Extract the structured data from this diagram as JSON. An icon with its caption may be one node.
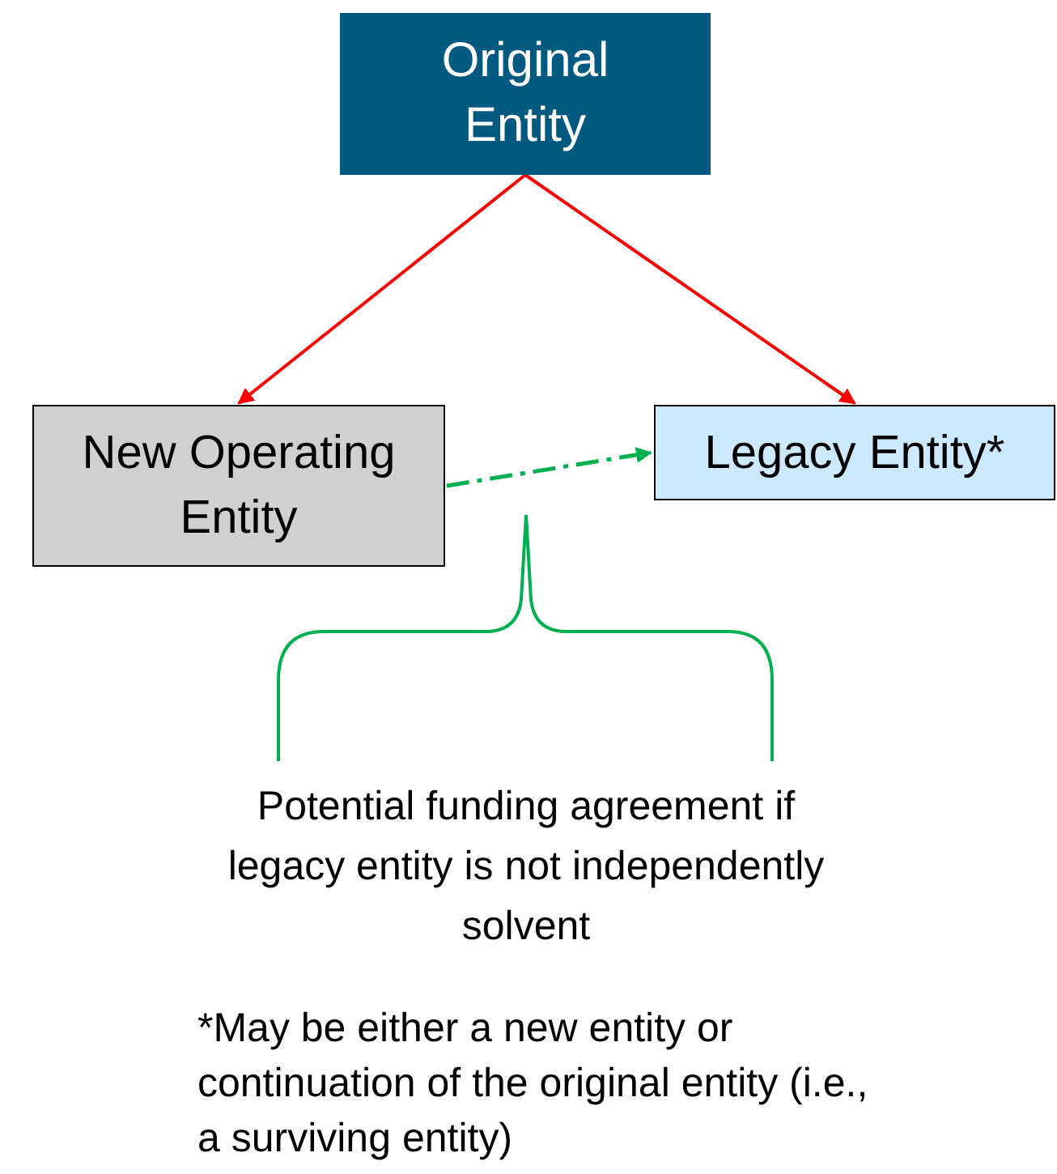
{
  "diagram": {
    "nodes": [
      {
        "text": [
          "Original Entity"
        ]
      },
      {
        "text": [
          "New Operating Entity"
        ]
      },
      {
        "text": [
          "Legacy Entity*"
        ]
      }
    ],
    "edges": [
      {
        "from": 0,
        "to": 1,
        "arrow": "to"
      },
      {
        "from": 0,
        "to": 2,
        "arrow": "to"
      },
      {
        "from": 1,
        "to": 2,
        "arrow": "to",
        "style": "dashed",
        "color": "#00b050"
      }
    ],
    "labels": [
      "Potential funding agreement if legacy entity is not independently solvent",
      "*May be either a new entity or continuation of the original entity (i.e., a surviving entity)"
    ]
  }
}
